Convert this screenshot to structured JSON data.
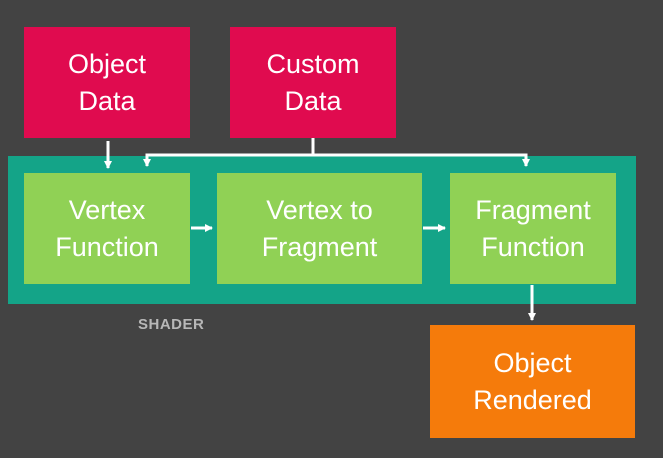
{
  "diagram": {
    "inputs": {
      "object_data": "Object\nData",
      "custom_data": "Custom\nData"
    },
    "stages": {
      "vertex_function": "Vertex\nFunction",
      "vertex_to_fragment": "Vertex to\nFragment",
      "fragment_function": "Fragment\nFunction"
    },
    "output": {
      "object_rendered": "Object\nRendered"
    },
    "group_label": "SHADER",
    "colors": {
      "background": "#434343",
      "input_box": "#e00b4f",
      "stage_box": "#90d155",
      "shader_panel": "#14a488",
      "output_box": "#f57b0b",
      "arrows": "#ffffff"
    }
  }
}
